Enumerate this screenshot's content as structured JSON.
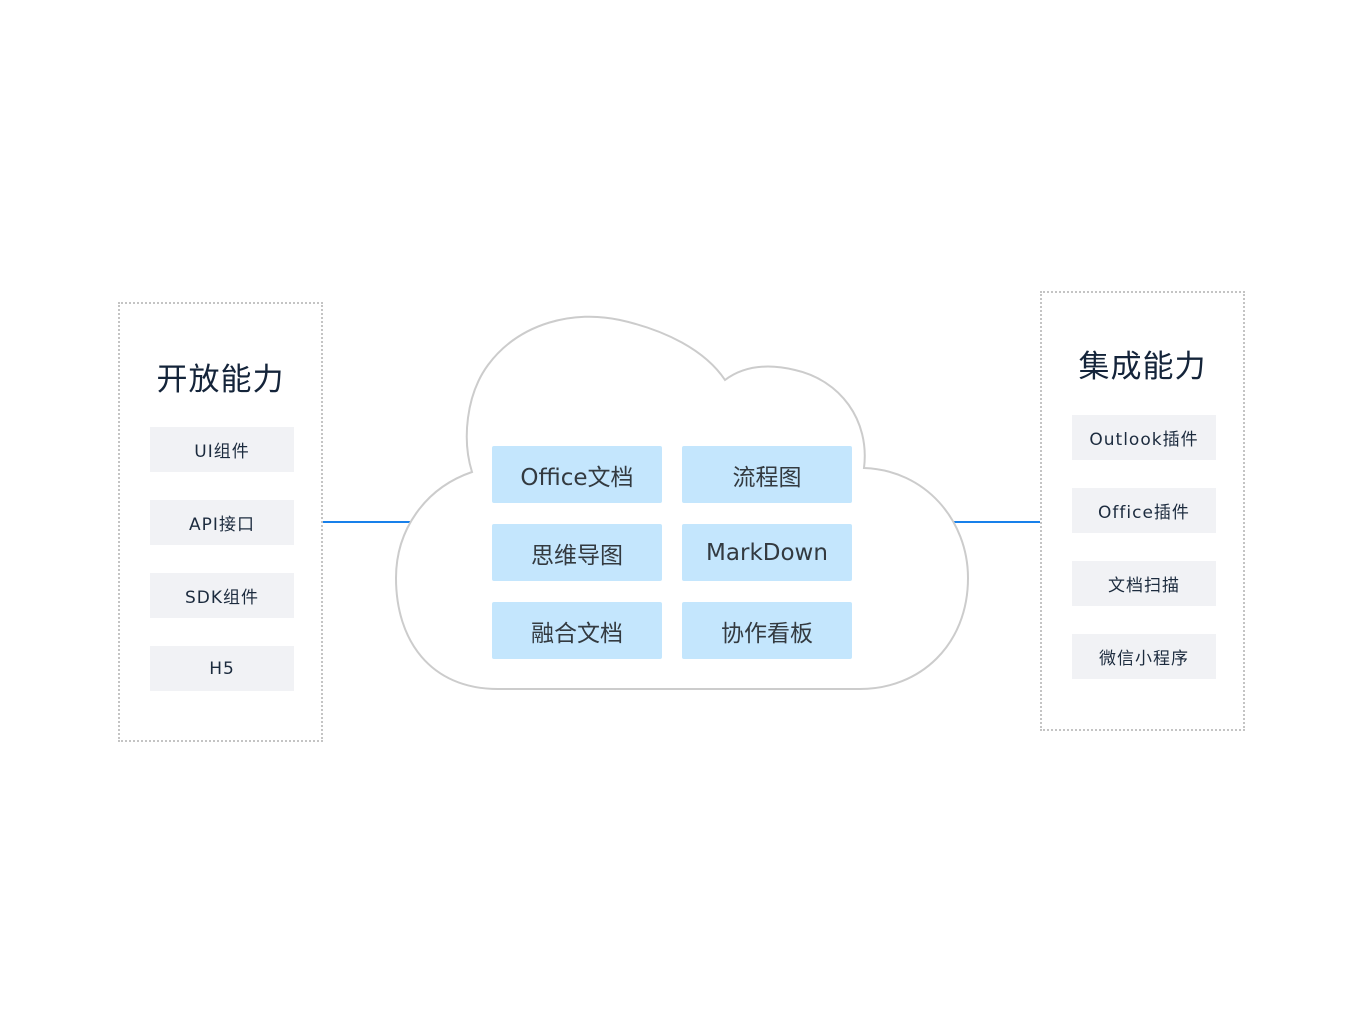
{
  "left_panel": {
    "title": "开放能力",
    "items": [
      "UI组件",
      "API接口",
      "SDK组件",
      "H5"
    ]
  },
  "right_panel": {
    "title": "集成能力",
    "items": [
      "Outlook插件",
      "Office插件",
      "文档扫描",
      "微信小程序"
    ]
  },
  "cloud": {
    "tiles": [
      "Office文档",
      "流程图",
      "思维导图",
      "MarkDown",
      "融合文档",
      "协作看板"
    ]
  },
  "colors": {
    "connector": "#1880ea",
    "tile_bg": "#c4e6fd",
    "item_bg": "#f1f2f5",
    "cloud_stroke": "#cccccc"
  }
}
